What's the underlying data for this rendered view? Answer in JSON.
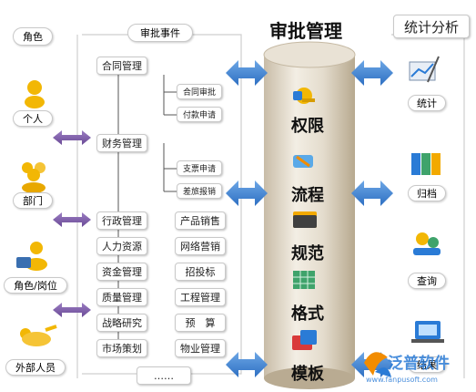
{
  "left": {
    "title": "角色",
    "roles": [
      "个人",
      "部门",
      "角色/岗位",
      "外部人员"
    ]
  },
  "middle": {
    "title": "审批事件",
    "contract": "合同管理",
    "contract_children": [
      "合同审批",
      "付款申请"
    ],
    "finance": "财务管理",
    "finance_children": [
      "支票申请",
      "差旅报销"
    ],
    "list_left": [
      "行政管理",
      "人力资源",
      "资金管理",
      "质量管理",
      "战略研究",
      "市场策划"
    ],
    "list_right": [
      "产品销售",
      "网络营销",
      "招投标",
      "工程管理",
      "预　算",
      "物业管理"
    ],
    "more": "……"
  },
  "center": {
    "title": "审批管理",
    "features": [
      "权限",
      "流程",
      "规范",
      "格式",
      "模板"
    ]
  },
  "right": {
    "title": "统计分析",
    "items": [
      "统计",
      "归档",
      "查询",
      "结果"
    ]
  },
  "watermark": {
    "brand": "泛普软件",
    "url": "www.fanpusoft.com"
  }
}
